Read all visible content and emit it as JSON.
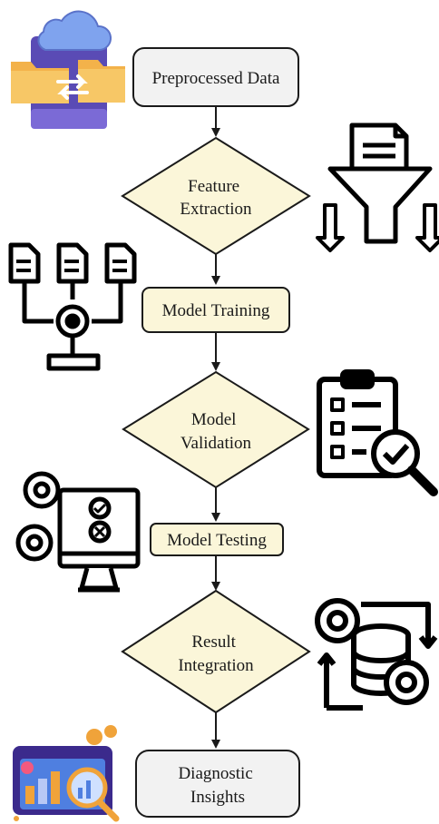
{
  "flowchart": {
    "steps": [
      {
        "id": "preprocessed-data",
        "shape": "rounded-rect",
        "lines": [
          "Preprocessed Data"
        ],
        "fill": "#f2f2f2"
      },
      {
        "id": "feature-extraction",
        "shape": "diamond",
        "lines": [
          "Feature",
          "Extraction"
        ],
        "fill": "#fbf6d9"
      },
      {
        "id": "model-training",
        "shape": "rounded-rect",
        "lines": [
          "Model Training"
        ],
        "fill": "#fbf6d9"
      },
      {
        "id": "model-validation",
        "shape": "diamond",
        "lines": [
          "Model",
          "Validation"
        ],
        "fill": "#fbf6d9"
      },
      {
        "id": "model-testing",
        "shape": "rounded-rect",
        "lines": [
          "Model Testing"
        ],
        "fill": "#fbf6d9"
      },
      {
        "id": "result-integration",
        "shape": "diamond",
        "lines": [
          "Result",
          "Integration"
        ],
        "fill": "#fbf6d9"
      },
      {
        "id": "diagnostic-insights",
        "shape": "rounded-rect",
        "lines": [
          "Diagnostic",
          "Insights"
        ],
        "fill": "#f2f2f2"
      }
    ],
    "icons": [
      {
        "name": "folder-transfer-cloud-icon"
      },
      {
        "name": "funnel-filter-icon"
      },
      {
        "name": "documents-to-gear-icon"
      },
      {
        "name": "clipboard-checklist-magnifier-icon"
      },
      {
        "name": "monitor-gears-check-icon"
      },
      {
        "name": "database-gears-sync-icon"
      },
      {
        "name": "analytics-dashboard-magnifier-icon"
      }
    ],
    "colors": {
      "stroke": "#1a1a1a",
      "diamond_fill": "#fbf6d9",
      "box_fill": "#f2f2f2",
      "icon_accent_purple": "#6a4fd8",
      "icon_accent_orange": "#f0a33a",
      "icon_accent_blue": "#4f7fe0"
    }
  }
}
